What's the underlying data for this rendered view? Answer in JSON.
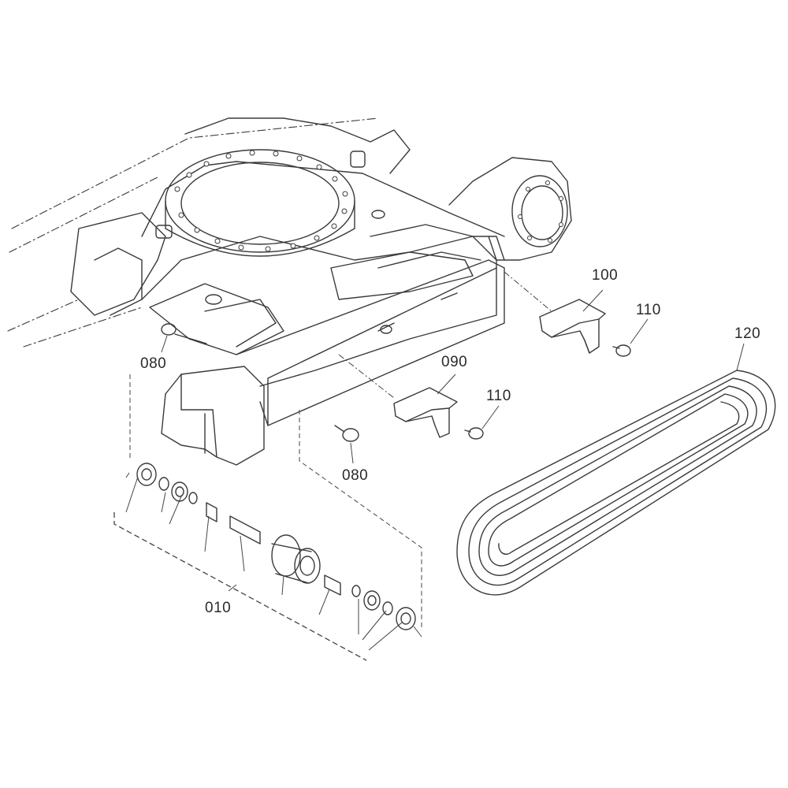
{
  "callouts": {
    "c100": "100",
    "c110a": "110",
    "c120": "120",
    "c090": "090",
    "c110b": "110",
    "c080a": "080",
    "c080b": "080",
    "c010": "010"
  },
  "colors": {
    "line": "#3a3a3a",
    "leader": "#444444",
    "background": "#ffffff"
  }
}
